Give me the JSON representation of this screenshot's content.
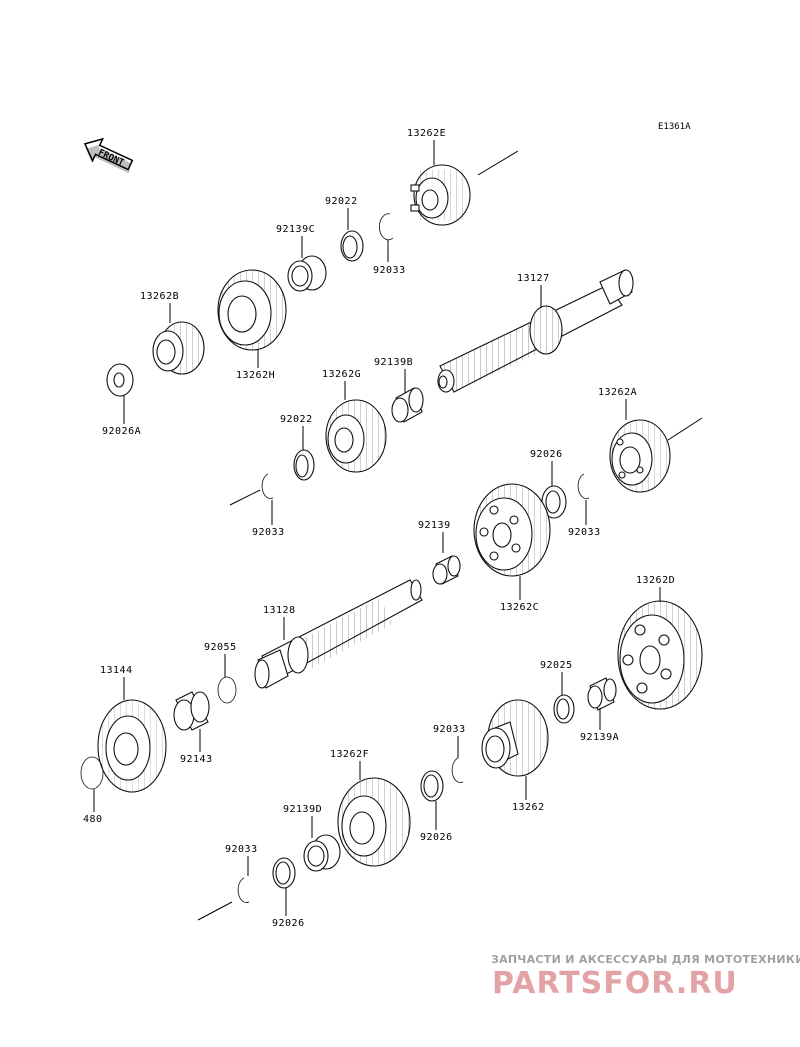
{
  "diagram_ref": "E1361A",
  "front_label": "FRONT",
  "parts": {
    "p13262E": "13262E",
    "p92022_top": "92022",
    "p92139C": "92139C",
    "p92033_top": "92033",
    "p13262B": "13262B",
    "p13262H": "13262H",
    "p92026A": "92026A",
    "p13127": "13127",
    "p92139B": "92139B",
    "p13262G": "13262G",
    "p92022_mid": "92022",
    "p92033_left": "92033",
    "p13262A": "13262A",
    "p92026_right": "92026",
    "p92033_right": "92033",
    "p92139": "92139",
    "p13262C": "13262C",
    "p13128": "13128",
    "p92055": "92055",
    "p13262D": "13262D",
    "p92025": "92025",
    "p92139A": "92139A",
    "p13144": "13144",
    "p92143": "92143",
    "p480": "480",
    "p92033_low": "92033",
    "p13262": "13262",
    "p92026_low": "92026",
    "p13262F": "13262F",
    "p92139D": "92139D",
    "p92033_bottom": "92033",
    "p92026_bottom": "92026"
  },
  "watermark": {
    "tagline": "ЗАПЧАСТИ И АКСЕССУАРЫ ДЛЯ МОТОТЕХНИКИ",
    "brand": "PARTSFOR.RU"
  }
}
